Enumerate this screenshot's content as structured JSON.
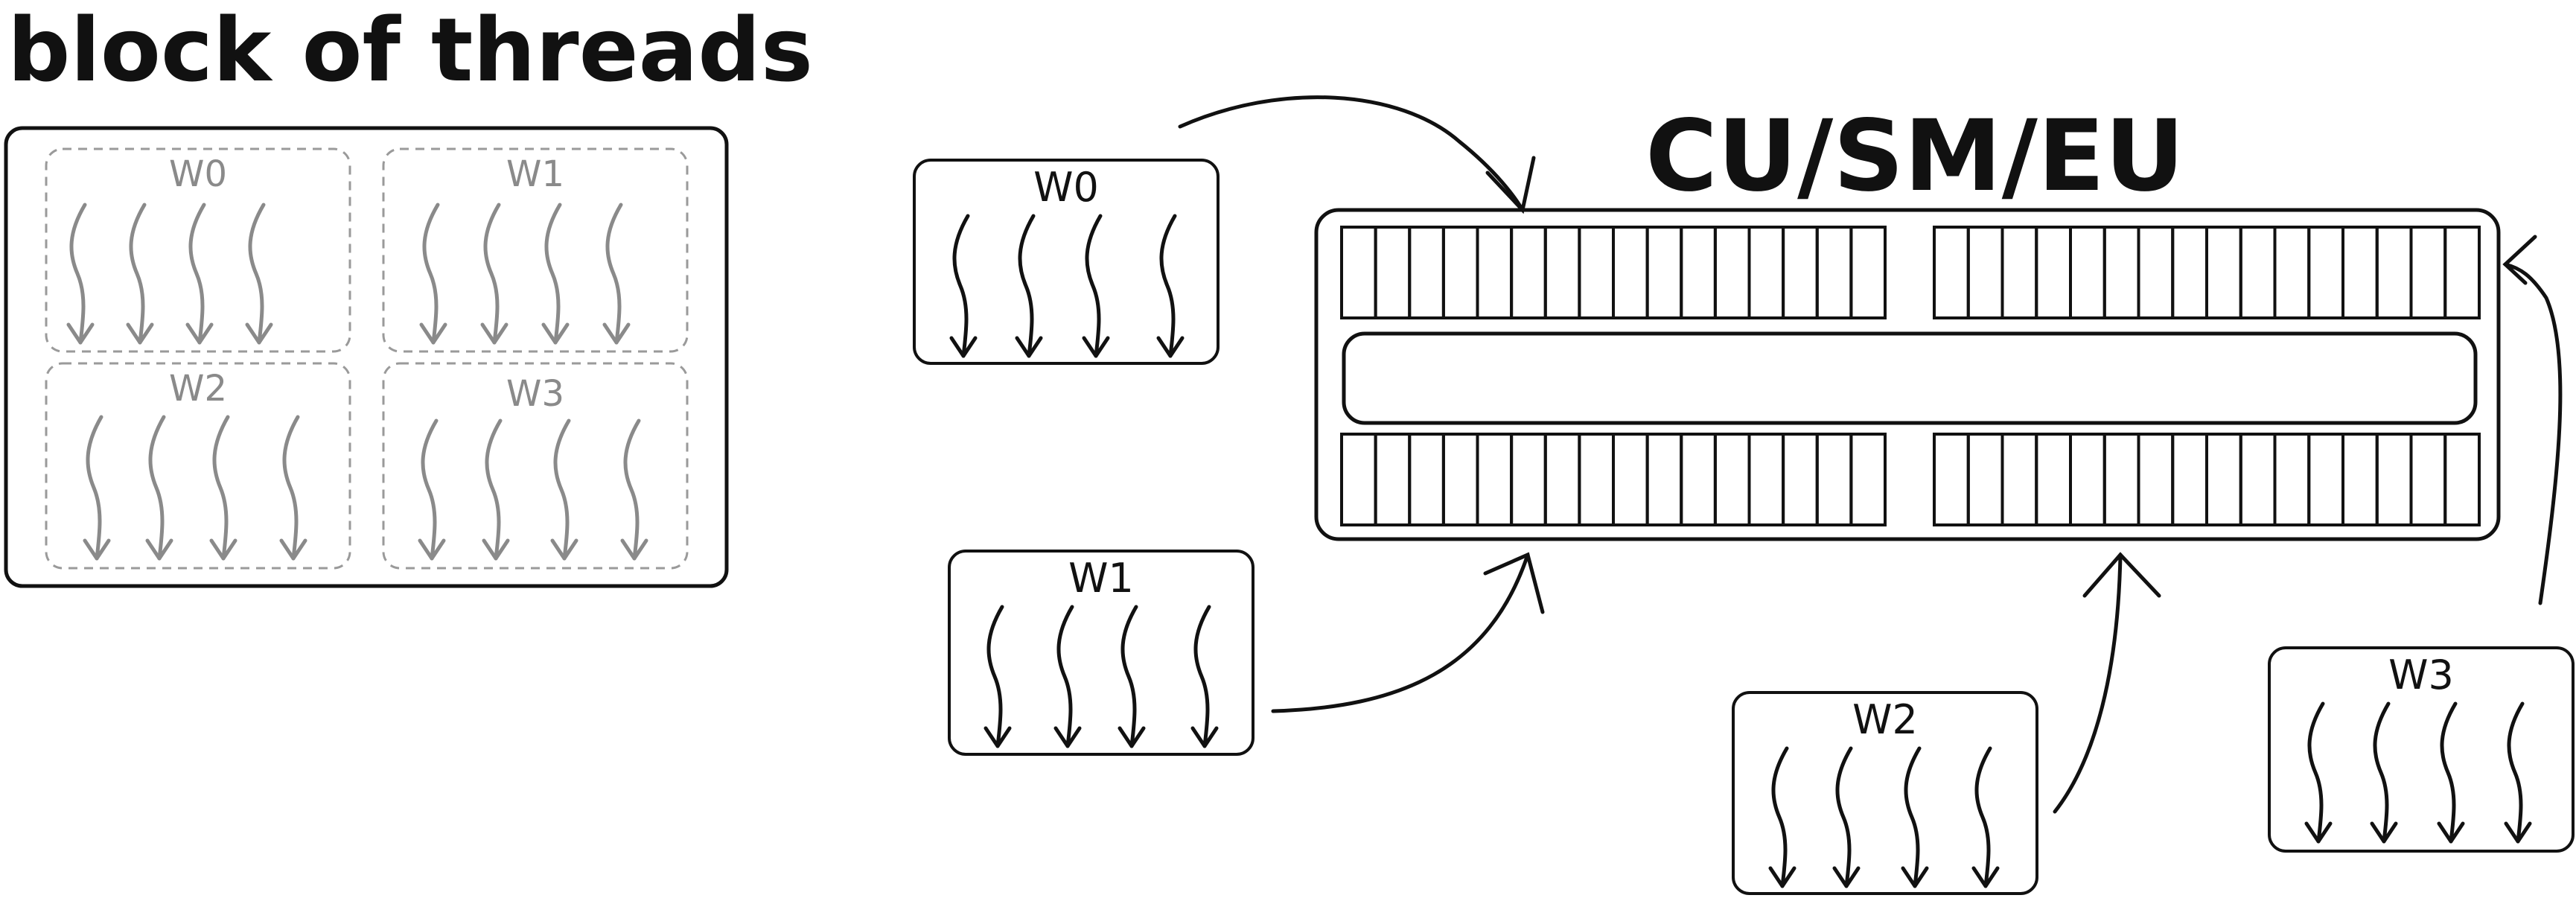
{
  "block": {
    "title": "block of threads",
    "warps": [
      {
        "label": "W0"
      },
      {
        "label": "W1"
      },
      {
        "label": "W2"
      },
      {
        "label": "W3"
      }
    ]
  },
  "compute_unit": {
    "title": "CU/SM/EU"
  },
  "scheduled_warps": [
    {
      "label": "W0"
    },
    {
      "label": "W1"
    },
    {
      "label": "W2"
    },
    {
      "label": "W3"
    }
  ],
  "colors": {
    "ink": "#111111",
    "faded": "#8a8a8a",
    "dashed": "#9a9a9a"
  }
}
